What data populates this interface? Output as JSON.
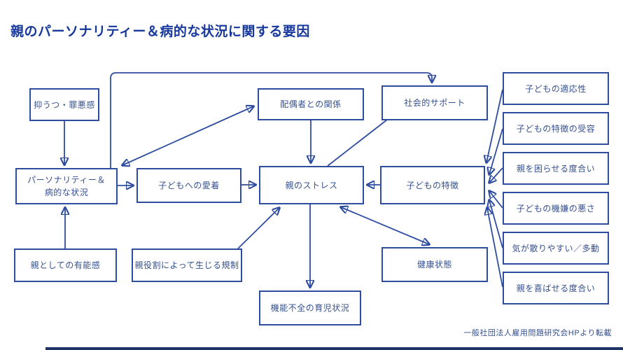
{
  "title": "親のパーソナリティー＆病的な状況に関する要因",
  "credit": "一般社団法人雇用問題研究会HPより転載",
  "colors": {
    "accent_line": "#2e4da0",
    "title_text": "#16379c",
    "node_text": "#35508f",
    "background": "#ffffff"
  },
  "nodes": {
    "depression_guilt": {
      "label": "抑うつ・罪悪感"
    },
    "spouse_relationship": {
      "label": "配偶者との関係"
    },
    "social_support": {
      "label": "社会的サポート"
    },
    "personality_pathology": {
      "line1": "パーソナリティー＆",
      "line2": "病的な状況"
    },
    "child_attachment": {
      "label": "子どもへの愛着"
    },
    "parent_stress": {
      "label": "親のストレス"
    },
    "child_traits": {
      "label": "子どもの特徴"
    },
    "parental_competence": {
      "label": "親としての有能感"
    },
    "role_restrictions": {
      "label": "親役割によって生じる規制"
    },
    "health_status": {
      "label": "健康状態"
    },
    "dysfunctional_parenting": {
      "label": "機能不全の育児状況"
    },
    "child_adaptability": {
      "label": "子どもの適応性"
    },
    "trait_acceptance": {
      "label": "子どもの特徴の受容"
    },
    "troubling_degree": {
      "label": "親を困らせる度合い"
    },
    "child_moodiness": {
      "label": "子どもの機嫌の悪さ"
    },
    "distractibility": {
      "label": "気が散りやすい／多動"
    },
    "pleasing_degree": {
      "label": "親を喜ばせる度合い"
    }
  }
}
